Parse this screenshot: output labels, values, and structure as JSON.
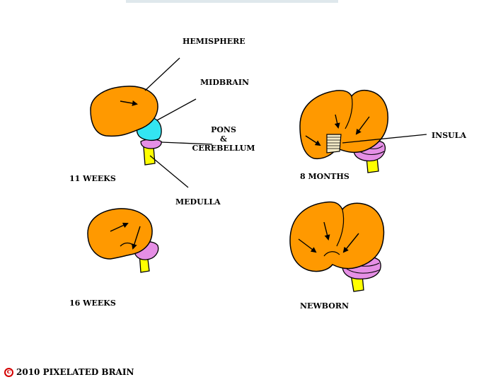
{
  "labels": {
    "hemisphere": "HEMISPHERE",
    "midbrain": "MIDBRAIN",
    "pons": "PONS",
    "ampersand": "&",
    "cerebellum": "CEREBELLUM",
    "medulla": "MEDULLA",
    "insula": "INSULA"
  },
  "stages": {
    "week11": "11 WEEKS",
    "week16": "16 WEEKS",
    "month8": "8 MONTHS",
    "newborn": "NEWBORN"
  },
  "copyright": {
    "symbol": "c",
    "text": "2010  PIXELATED BRAIN"
  },
  "colors": {
    "hemisphere": "#ff9900",
    "midbrain": "#33e5f2",
    "pons_cerebellum": "#e58fe5",
    "medulla": "#ffff00",
    "insula": "#f5ecc8",
    "copyright": "#d40000"
  }
}
